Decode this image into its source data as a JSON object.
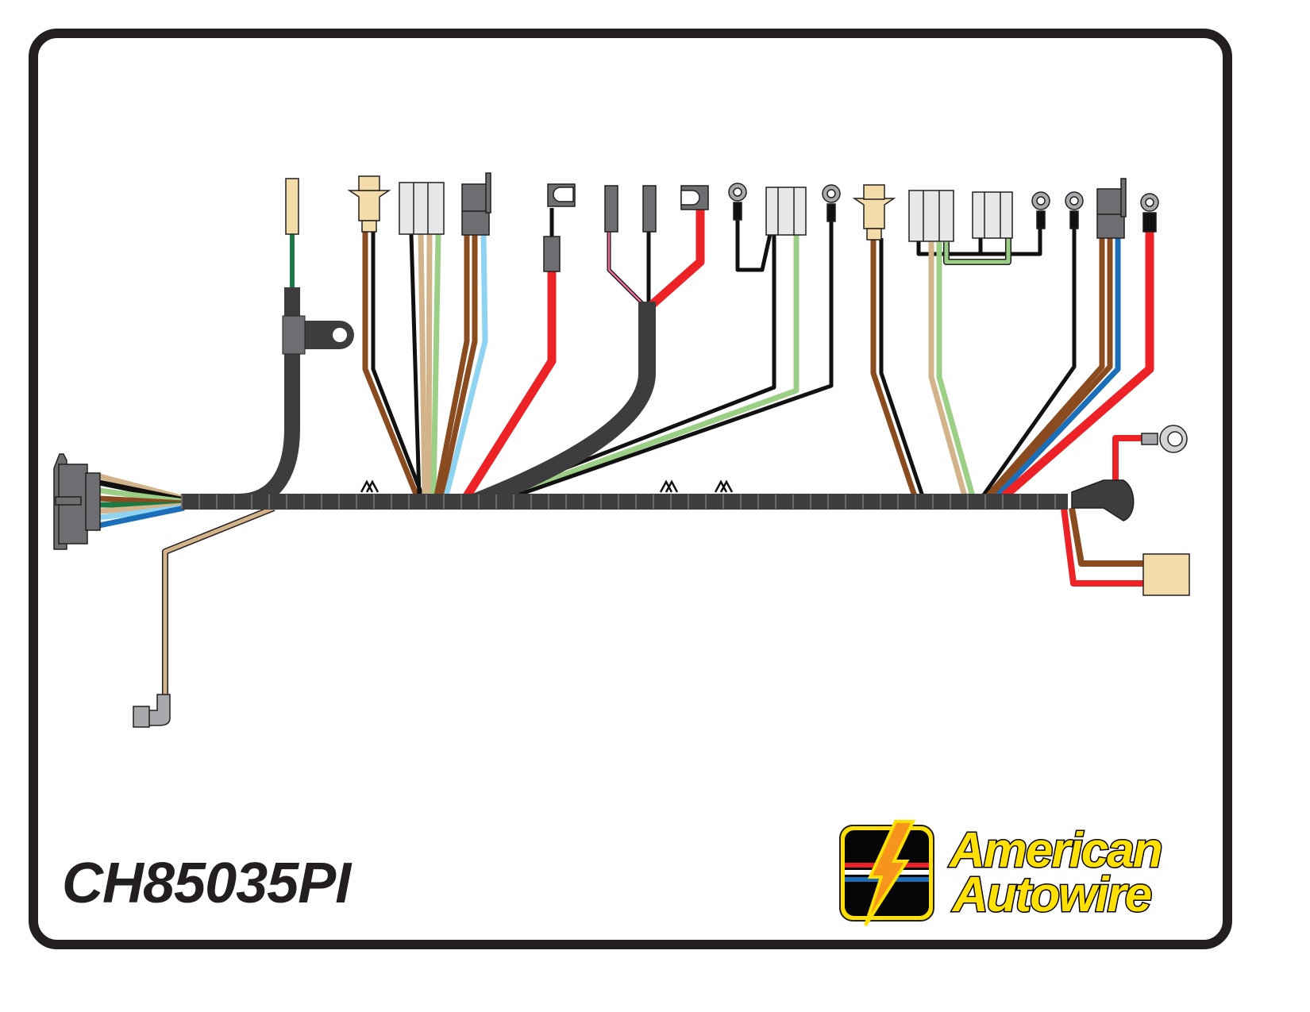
{
  "part_number": "CH85035PI",
  "brand": {
    "line1": "American",
    "line2": "Autowire",
    "logo_icon": "lightning-bolt-icon"
  },
  "colors": {
    "harness": "#3d3d3f",
    "black": "#111111",
    "brown": "#8a4b1f",
    "tan": "#d3b48a",
    "light_green": "#9ccf86",
    "dark_green": "#1b7a44",
    "blue": "#1b6fb8",
    "light_blue": "#8fd3f2",
    "red": "#ec2227",
    "pink": "#ee6ea0",
    "connector_gray": "#6d6e71",
    "connector_white": "#e6e7e8",
    "connector_tan": "#f3dca8"
  }
}
